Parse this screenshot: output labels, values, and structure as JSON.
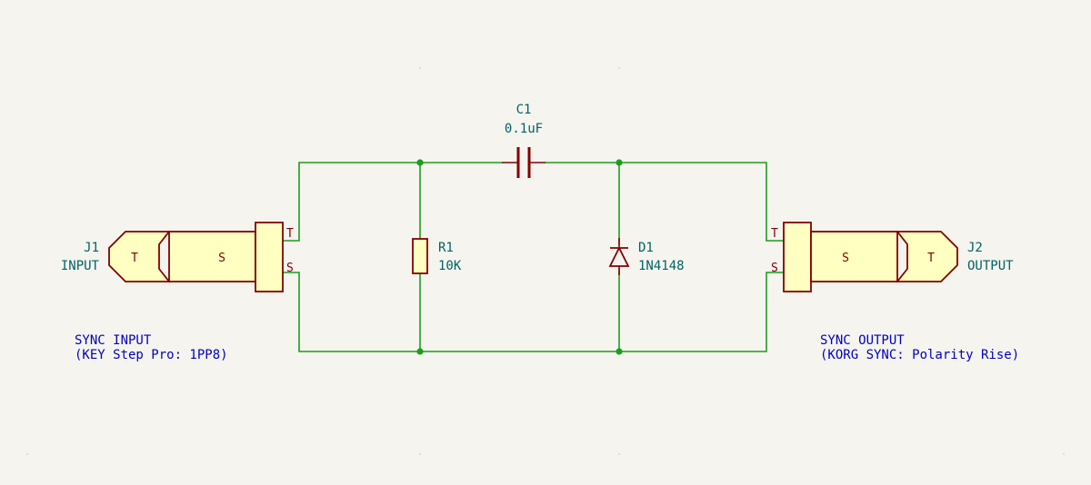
{
  "components": {
    "j1": {
      "ref": "J1",
      "value": "INPUT",
      "tip": "T",
      "sleeve": "S",
      "pin_tip": "T",
      "pin_sleeve": "S"
    },
    "j2": {
      "ref": "J2",
      "value": "OUTPUT",
      "tip": "T",
      "sleeve": "S",
      "pin_tip": "T",
      "pin_sleeve": "S"
    },
    "r1": {
      "ref": "R1",
      "value": "10K"
    },
    "c1": {
      "ref": "C1",
      "value": "0.1uF"
    },
    "d1": {
      "ref": "D1",
      "value": "1N4148"
    }
  },
  "notes": {
    "input_line1": "SYNC INPUT",
    "input_line2": "(KEY Step Pro: 1PP8)",
    "output_line1": "SYNC OUTPUT",
    "output_line2": "(KORG SYNC: Polarity Rise)"
  },
  "colors": {
    "wire": "#1a9f1a",
    "symbol_outline": "#840000",
    "symbol_fill": "#ffffc2",
    "reference_text": "#006464",
    "note_text": "#0000c2",
    "background": "#f5f4ef"
  }
}
